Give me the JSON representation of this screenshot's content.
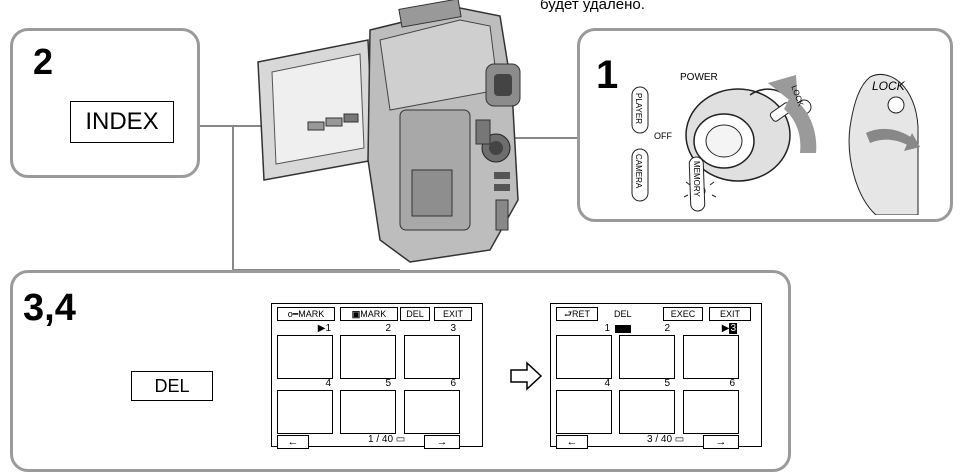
{
  "caption_top": "будет удалено.",
  "step1": {
    "number": "1",
    "labels": {
      "power": "POWER",
      "player": "PLAYER",
      "off": "OFF",
      "camera": "CAMERA",
      "memory": "MEMORY",
      "lock_small": "LOCK",
      "lock_large": "LOCK"
    }
  },
  "step2": {
    "number": "2",
    "button": "INDEX"
  },
  "step34": {
    "number": "3,4",
    "button": "DEL"
  },
  "screen_left": {
    "buttons": {
      "mark_protect": "MARK",
      "mark_print": "MARK",
      "del": "DEL",
      "exit": "EXIT"
    },
    "thumbs": [
      "1",
      "2",
      "3",
      "4",
      "5",
      "6"
    ],
    "counter": "1 / 40",
    "prev": "←",
    "next": "→"
  },
  "screen_right": {
    "buttons": {
      "ret": "RET",
      "exec": "EXEC",
      "exit": "EXIT"
    },
    "del_label": "DEL",
    "thumbs": [
      "1",
      "2",
      "3",
      "4",
      "5",
      "6"
    ],
    "counter": "3 / 40",
    "prev": "←",
    "next": "→"
  }
}
